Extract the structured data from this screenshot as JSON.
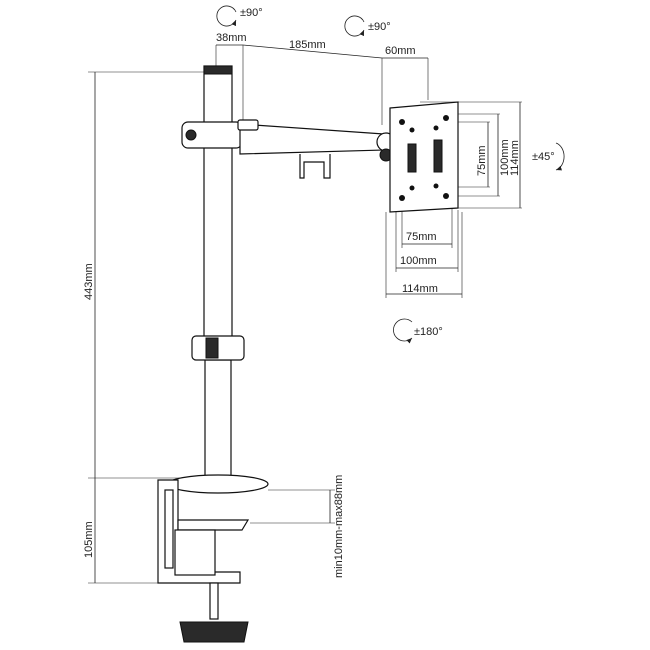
{
  "diagram": {
    "dimensions": {
      "arm_pivot_offset": "38mm",
      "arm_length": "185mm",
      "head_offset": "60mm",
      "pole_height": "443mm",
      "clamp_height": "105mm",
      "desk_thickness": "min10mm-max88mm",
      "vesa_w_75": "75mm",
      "vesa_w_100": "100mm",
      "vesa_w_114": "114mm",
      "vesa_h_75": "75mm",
      "vesa_h_100": "100mm",
      "vesa_h_114": "114mm"
    },
    "rotations": {
      "arm_swivel": "±90°",
      "head_swivel": "±90°",
      "tilt": "±45°",
      "rotation": "±180°"
    }
  }
}
